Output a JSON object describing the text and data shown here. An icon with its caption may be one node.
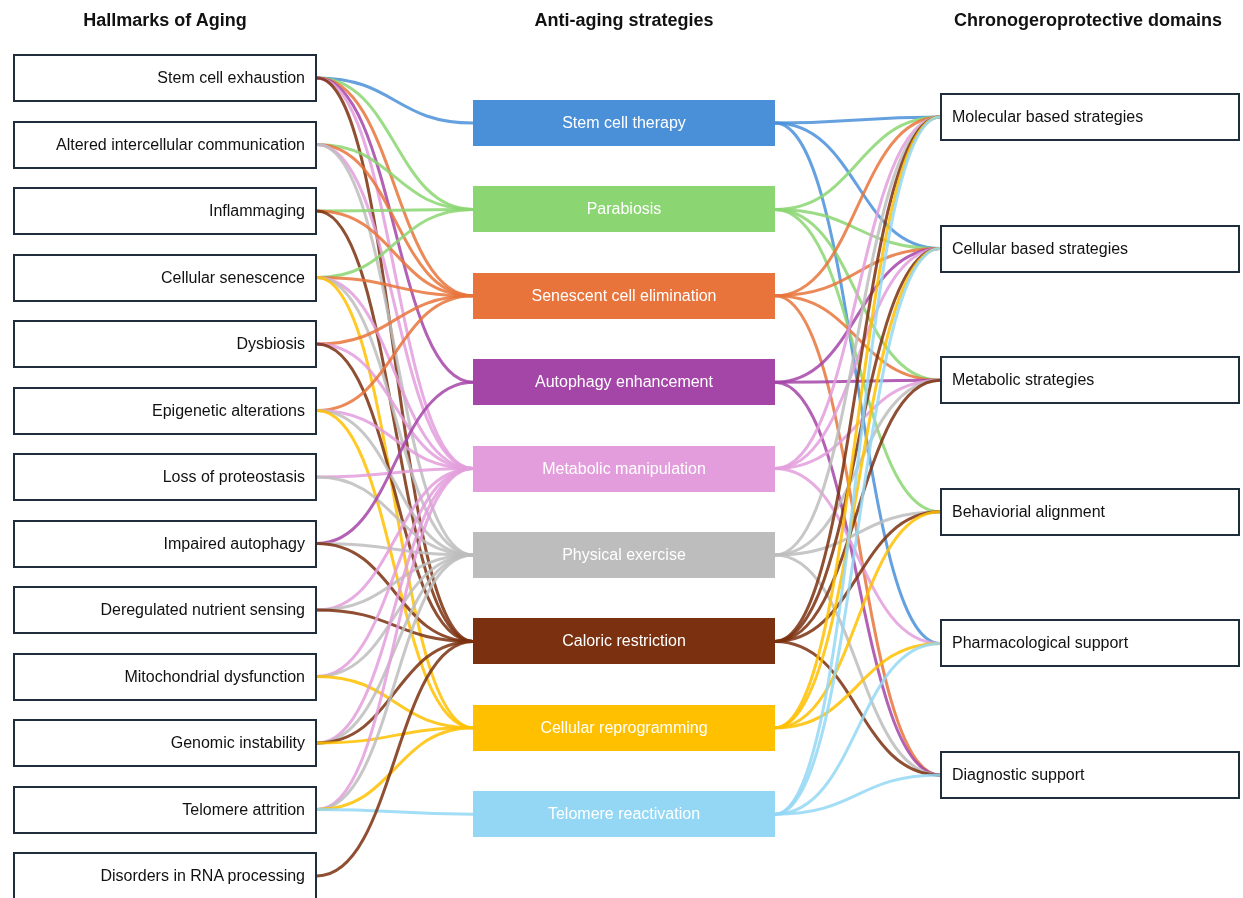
{
  "diagram": {
    "nodes": [
      {
        "text": [
          "Stem cell exhaustion"
        ]
      },
      {
        "text": [
          "Altered intercellular communication"
        ]
      },
      {
        "text": [
          "Inflammaging"
        ]
      },
      {
        "text": [
          "Cellular senescence"
        ]
      },
      {
        "text": [
          "Dysbiosis"
        ]
      },
      {
        "text": [
          "Epigenetic alterations"
        ]
      },
      {
        "text": [
          "Loss of proteostasis"
        ]
      },
      {
        "text": [
          "Impaired autophagy"
        ]
      },
      {
        "text": [
          "Deregulated nutrient sensing"
        ]
      },
      {
        "text": [
          "Mitochondrial dysfunction"
        ]
      },
      {
        "text": [
          "Genomic instability"
        ]
      },
      {
        "text": [
          "Telomere attrition"
        ]
      },
      {
        "text": [
          "Disorders in RNA processing"
        ]
      },
      {
        "text": [
          "Stem cell therapy"
        ]
      },
      {
        "text": [
          "Parabiosis"
        ]
      },
      {
        "text": [
          "Senescent cell elimination"
        ]
      },
      {
        "text": [
          "Autophagy enhancement"
        ]
      },
      {
        "text": [
          "Metabolic manipulation"
        ]
      },
      {
        "text": [
          "Physical exercise"
        ]
      },
      {
        "text": [
          "Caloric restriction"
        ]
      },
      {
        "text": [
          "Cellular reprogramming"
        ]
      },
      {
        "text": [
          "Telomere reactivation"
        ]
      },
      {
        "text": [
          "Molecular based strategies"
        ]
      },
      {
        "text": [
          "Cellular based strategies"
        ]
      },
      {
        "text": [
          "Metabolic strategies"
        ]
      },
      {
        "text": [
          "Behaviorial alignment"
        ]
      },
      {
        "text": [
          "Pharmacological support"
        ]
      },
      {
        "text": [
          "Diagnostic support"
        ]
      }
    ],
    "edges": [
      {
        "from": 0,
        "to": 13,
        "arrow": "none",
        "color": "#4a90d9"
      },
      {
        "from": 0,
        "to": 14,
        "arrow": "none",
        "color": "#8bd672"
      },
      {
        "from": 0,
        "to": 15,
        "arrow": "none",
        "color": "#e8743b"
      },
      {
        "from": 0,
        "to": 16,
        "arrow": "none",
        "color": "#a445a8"
      },
      {
        "from": 0,
        "to": 17,
        "arrow": "none",
        "color": "#e39ddc"
      },
      {
        "from": 0,
        "to": 19,
        "arrow": "none",
        "color": "#7b300f"
      },
      {
        "from": 1,
        "to": 14,
        "arrow": "none",
        "color": "#8bd672"
      },
      {
        "from": 1,
        "to": 15,
        "arrow": "none",
        "color": "#e8743b"
      },
      {
        "from": 1,
        "to": 17,
        "arrow": "none",
        "color": "#e39ddc"
      },
      {
        "from": 1,
        "to": 18,
        "arrow": "none",
        "color": "#bdbdbd"
      },
      {
        "from": 2,
        "to": 14,
        "arrow": "none",
        "color": "#8bd672"
      },
      {
        "from": 2,
        "to": 15,
        "arrow": "none",
        "color": "#e8743b"
      },
      {
        "from": 2,
        "to": 19,
        "arrow": "none",
        "color": "#7b300f"
      },
      {
        "from": 3,
        "to": 14,
        "arrow": "none",
        "color": "#8bd672"
      },
      {
        "from": 3,
        "to": 15,
        "arrow": "none",
        "color": "#e8743b"
      },
      {
        "from": 3,
        "to": 17,
        "arrow": "none",
        "color": "#e39ddc"
      },
      {
        "from": 3,
        "to": 18,
        "arrow": "none",
        "color": "#bdbdbd"
      },
      {
        "from": 3,
        "to": 20,
        "arrow": "none",
        "color": "#ffc000"
      },
      {
        "from": 4,
        "to": 15,
        "arrow": "none",
        "color": "#e8743b"
      },
      {
        "from": 4,
        "to": 17,
        "arrow": "none",
        "color": "#e39ddc"
      },
      {
        "from": 4,
        "to": 19,
        "arrow": "none",
        "color": "#7b300f"
      },
      {
        "from": 5,
        "to": 15,
        "arrow": "none",
        "color": "#e8743b"
      },
      {
        "from": 5,
        "to": 17,
        "arrow": "none",
        "color": "#e39ddc"
      },
      {
        "from": 5,
        "to": 18,
        "arrow": "none",
        "color": "#bdbdbd"
      },
      {
        "from": 5,
        "to": 20,
        "arrow": "none",
        "color": "#ffc000"
      },
      {
        "from": 6,
        "to": 17,
        "arrow": "none",
        "color": "#e39ddc"
      },
      {
        "from": 6,
        "to": 18,
        "arrow": "none",
        "color": "#bdbdbd"
      },
      {
        "from": 7,
        "to": 16,
        "arrow": "none",
        "color": "#a445a8"
      },
      {
        "from": 7,
        "to": 18,
        "arrow": "none",
        "color": "#bdbdbd"
      },
      {
        "from": 7,
        "to": 19,
        "arrow": "none",
        "color": "#7b300f"
      },
      {
        "from": 8,
        "to": 17,
        "arrow": "none",
        "color": "#e39ddc"
      },
      {
        "from": 8,
        "to": 18,
        "arrow": "none",
        "color": "#bdbdbd"
      },
      {
        "from": 8,
        "to": 19,
        "arrow": "none",
        "color": "#7b300f"
      },
      {
        "from": 9,
        "to": 17,
        "arrow": "none",
        "color": "#e39ddc"
      },
      {
        "from": 9,
        "to": 18,
        "arrow": "none",
        "color": "#bdbdbd"
      },
      {
        "from": 9,
        "to": 20,
        "arrow": "none",
        "color": "#ffc000"
      },
      {
        "from": 10,
        "to": 17,
        "arrow": "none",
        "color": "#e39ddc"
      },
      {
        "from": 10,
        "to": 18,
        "arrow": "none",
        "color": "#bdbdbd"
      },
      {
        "from": 10,
        "to": 19,
        "arrow": "none",
        "color": "#7b300f"
      },
      {
        "from": 10,
        "to": 20,
        "arrow": "none",
        "color": "#ffc000"
      },
      {
        "from": 11,
        "to": 17,
        "arrow": "none",
        "color": "#e39ddc"
      },
      {
        "from": 11,
        "to": 18,
        "arrow": "none",
        "color": "#bdbdbd"
      },
      {
        "from": 11,
        "to": 20,
        "arrow": "none",
        "color": "#ffc000"
      },
      {
        "from": 11,
        "to": 21,
        "arrow": "none",
        "color": "#93d7f5"
      },
      {
        "from": 12,
        "to": 19,
        "arrow": "none",
        "color": "#7b300f"
      },
      {
        "from": 13,
        "to": 22,
        "arrow": "none",
        "color": "#4a90d9"
      },
      {
        "from": 13,
        "to": 23,
        "arrow": "none",
        "color": "#4a90d9"
      },
      {
        "from": 13,
        "to": 26,
        "arrow": "none",
        "color": "#4a90d9"
      },
      {
        "from": 14,
        "to": 22,
        "arrow": "none",
        "color": "#8bd672"
      },
      {
        "from": 14,
        "to": 23,
        "arrow": "none",
        "color": "#8bd672"
      },
      {
        "from": 14,
        "to": 24,
        "arrow": "none",
        "color": "#8bd672"
      },
      {
        "from": 14,
        "to": 25,
        "arrow": "none",
        "color": "#8bd672"
      },
      {
        "from": 15,
        "to": 22,
        "arrow": "none",
        "color": "#e8743b"
      },
      {
        "from": 15,
        "to": 23,
        "arrow": "none",
        "color": "#e8743b"
      },
      {
        "from": 15,
        "to": 24,
        "arrow": "none",
        "color": "#e8743b"
      },
      {
        "from": 15,
        "to": 27,
        "arrow": "none",
        "color": "#e8743b"
      },
      {
        "from": 16,
        "to": 23,
        "arrow": "none",
        "color": "#a445a8"
      },
      {
        "from": 16,
        "to": 24,
        "arrow": "none",
        "color": "#a445a8"
      },
      {
        "from": 16,
        "to": 27,
        "arrow": "none",
        "color": "#a445a8"
      },
      {
        "from": 17,
        "to": 22,
        "arrow": "none",
        "color": "#e39ddc"
      },
      {
        "from": 17,
        "to": 23,
        "arrow": "none",
        "color": "#e39ddc"
      },
      {
        "from": 17,
        "to": 24,
        "arrow": "none",
        "color": "#e39ddc"
      },
      {
        "from": 17,
        "to": 26,
        "arrow": "none",
        "color": "#e39ddc"
      },
      {
        "from": 18,
        "to": 22,
        "arrow": "none",
        "color": "#bdbdbd"
      },
      {
        "from": 18,
        "to": 24,
        "arrow": "none",
        "color": "#bdbdbd"
      },
      {
        "from": 18,
        "to": 25,
        "arrow": "none",
        "color": "#bdbdbd"
      },
      {
        "from": 18,
        "to": 27,
        "arrow": "none",
        "color": "#bdbdbd"
      },
      {
        "from": 19,
        "to": 22,
        "arrow": "none",
        "color": "#7b300f"
      },
      {
        "from": 19,
        "to": 23,
        "arrow": "none",
        "color": "#7b300f"
      },
      {
        "from": 19,
        "to": 24,
        "arrow": "none",
        "color": "#7b300f"
      },
      {
        "from": 19,
        "to": 25,
        "arrow": "none",
        "color": "#7b300f"
      },
      {
        "from": 19,
        "to": 27,
        "arrow": "none",
        "color": "#7b300f"
      },
      {
        "from": 20,
        "to": 22,
        "arrow": "none",
        "color": "#ffc000"
      },
      {
        "from": 20,
        "to": 23,
        "arrow": "none",
        "color": "#ffc000"
      },
      {
        "from": 20,
        "to": 25,
        "arrow": "none",
        "color": "#ffc000"
      },
      {
        "from": 20,
        "to": 26,
        "arrow": "none",
        "color": "#ffc000"
      },
      {
        "from": 21,
        "to": 22,
        "arrow": "none",
        "color": "#93d7f5"
      },
      {
        "from": 21,
        "to": 23,
        "arrow": "none",
        "color": "#93d7f5"
      },
      {
        "from": 21,
        "to": 26,
        "arrow": "none",
        "color": "#93d7f5"
      },
      {
        "from": 21,
        "to": 27,
        "arrow": "none",
        "color": "#93d7f5"
      }
    ],
    "labels": [
      "Hallmarks of Aging",
      "Anti-aging strategies",
      "Chronogeroprotective domains"
    ]
  }
}
